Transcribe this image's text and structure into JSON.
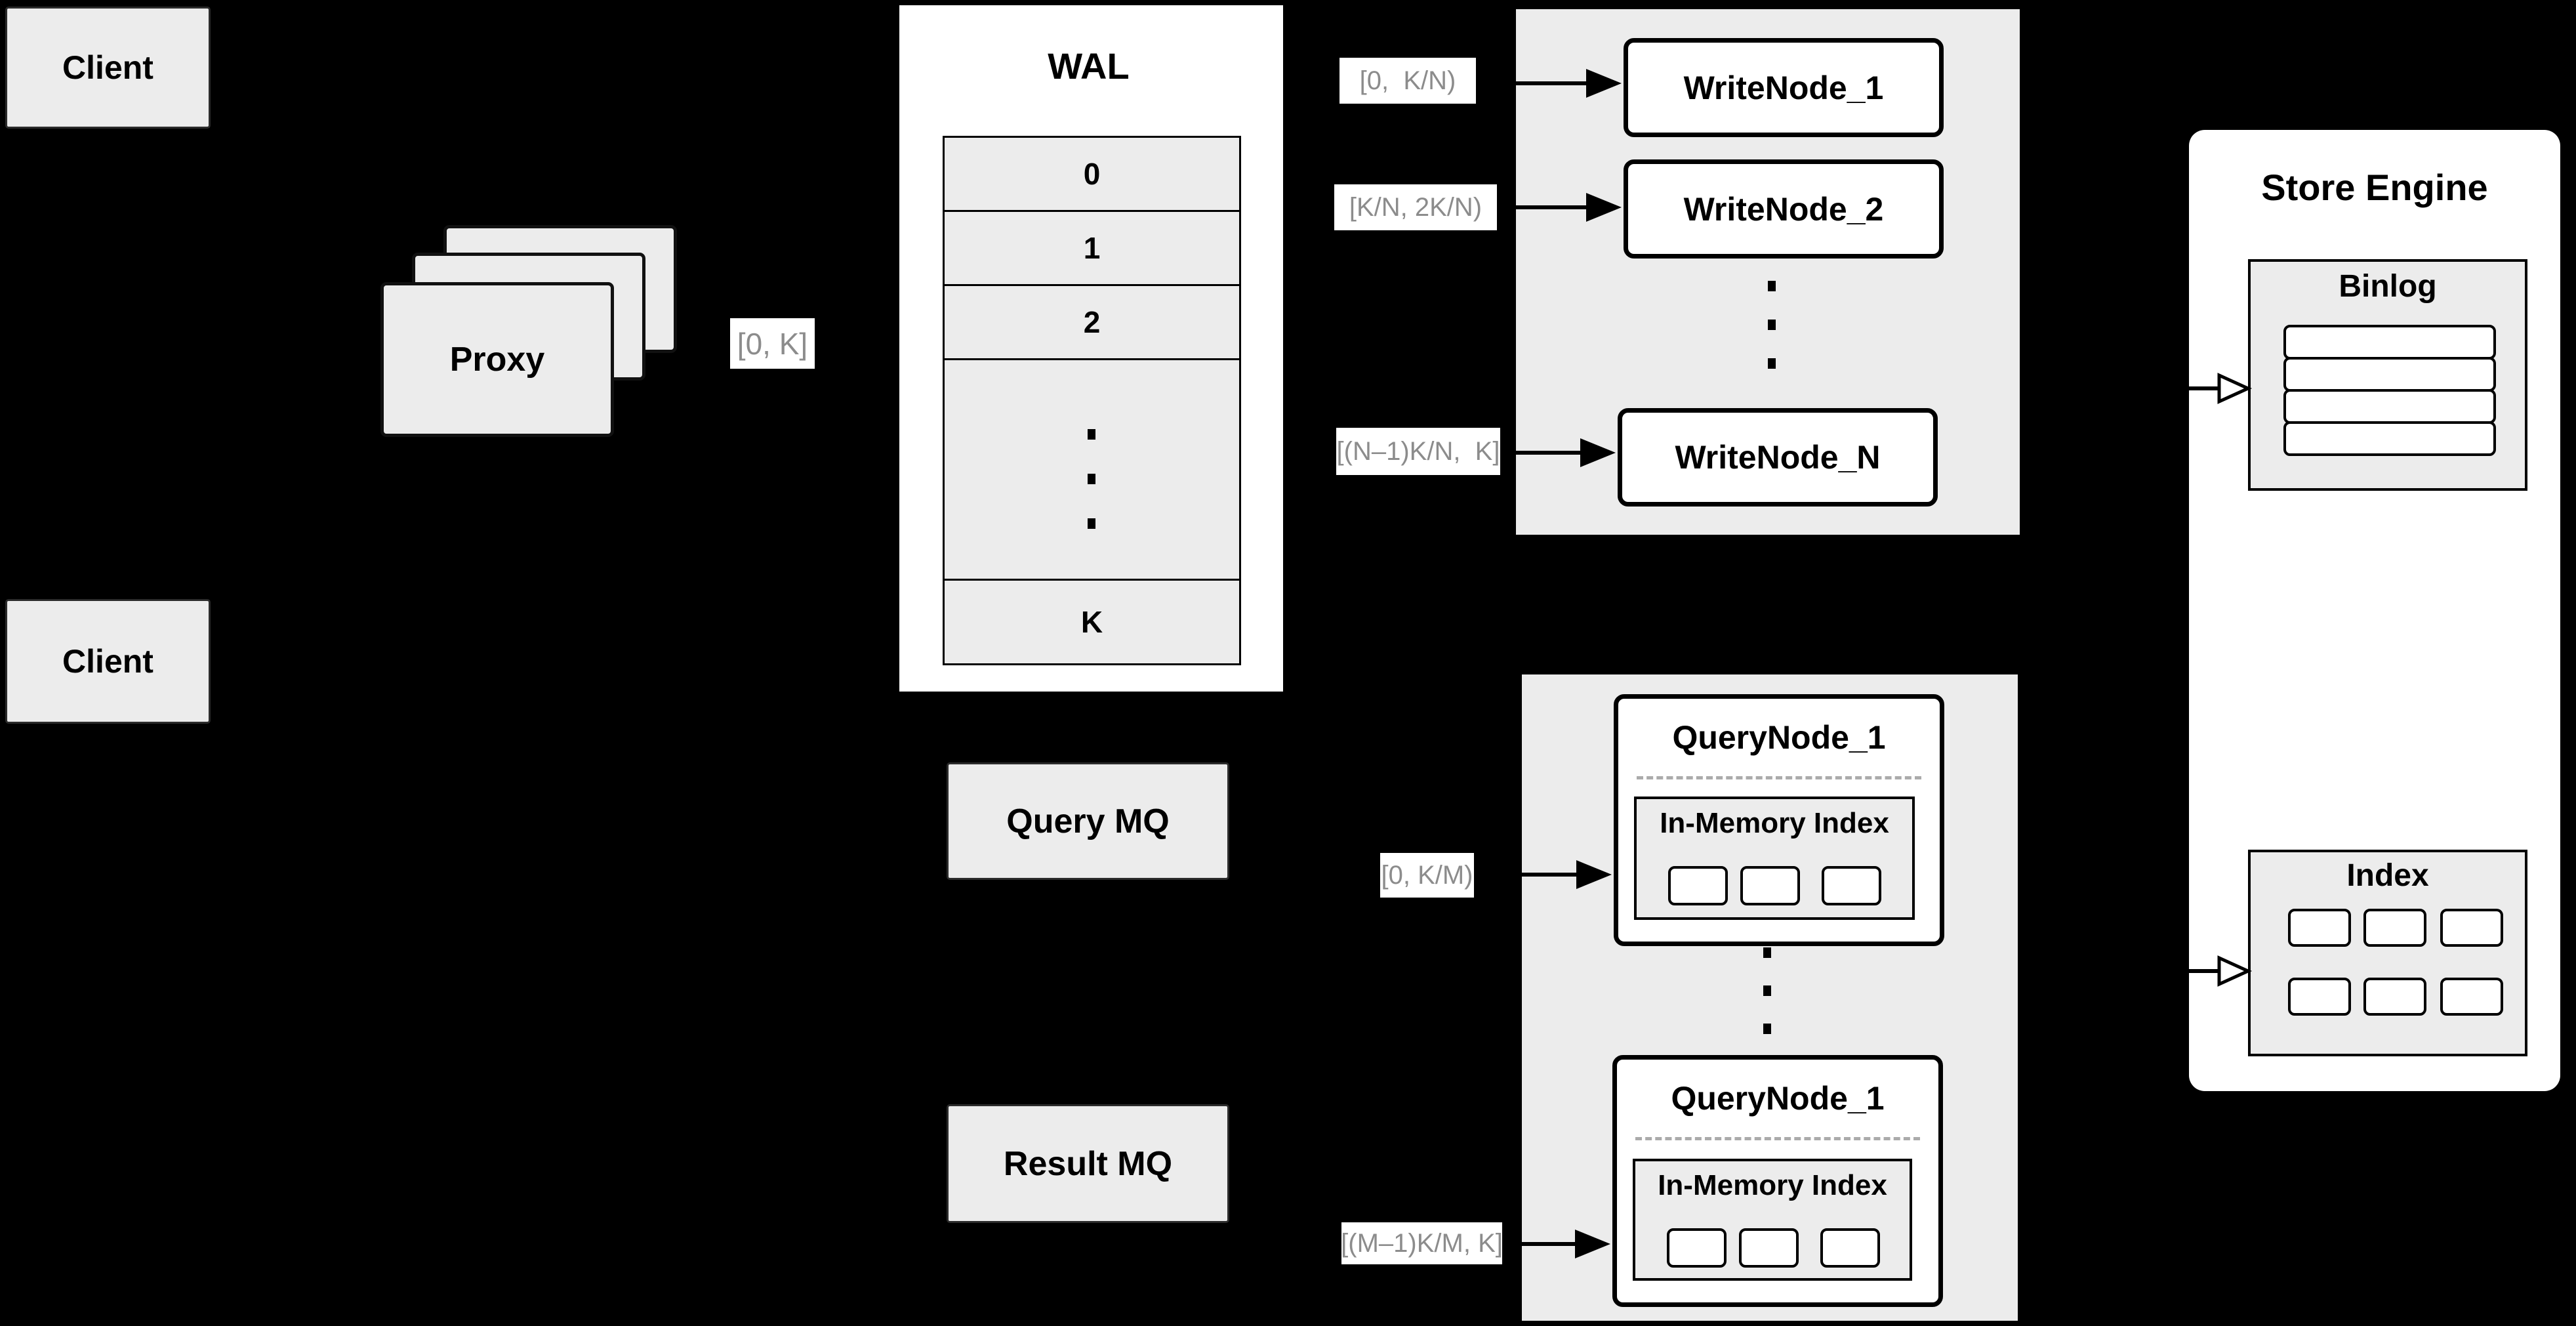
{
  "diagram_title": "Distributed vector database write/query path architecture",
  "colors": {
    "background": "#000000",
    "panel_fill": "#ececec",
    "box_fill": "#ffffff",
    "border": "#000000",
    "range_label_text": "#8c8c8c",
    "dashed_divider": "#ababab"
  },
  "clients": {
    "top": "Client",
    "bottom": "Client"
  },
  "proxy": {
    "label": "Proxy"
  },
  "edge_labels": {
    "proxy_to_wal": "[0, K]",
    "write_1": "[0,  K/N)",
    "write_2": "[K/N, 2K/N)",
    "write_n": "[(N–1)K/N,  K]",
    "query_1": "[0, K/M)",
    "query_2": "[(M–1)K/M, K]"
  },
  "wal": {
    "title": "WAL",
    "rows": [
      "0",
      "1",
      "2"
    ],
    "last_row": "K"
  },
  "write_nodes": {
    "node_1": "WriteNode_1",
    "node_2": "WriteNode_2",
    "node_n": "WriteNode_N"
  },
  "query_nodes": {
    "node_1": "QueryNode_1",
    "node_2": "QueryNode_1",
    "inner_title_1": "In-Memory Index",
    "inner_title_2": "In-Memory Index"
  },
  "mq": {
    "query": "Query MQ",
    "result": "Result MQ"
  },
  "store_engine": {
    "title": "Store Engine",
    "binlog": "Binlog",
    "index": "Index"
  }
}
